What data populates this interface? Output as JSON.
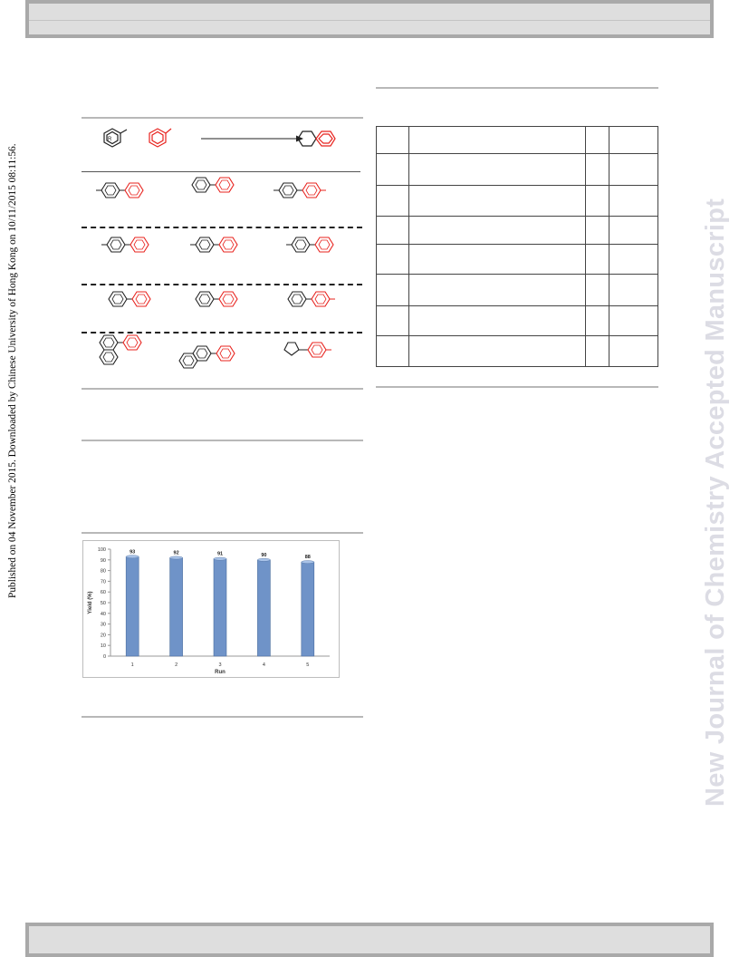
{
  "sidebar_left": {
    "published_note": "Published on 04 November 2015. Downloaded by Chinese University of Hong Kong on 10/11/2015 08:11:56."
  },
  "sidebar_right": {
    "watermark": "New Journal of Chemistry Accepted Manuscript"
  },
  "colors": {
    "header_band": "#dedede",
    "band_border": "#a9a9a9",
    "watermark": "#dcdce4",
    "red_ring": "#e8231e",
    "bar_fill": "#6f93c8"
  },
  "scheme": {
    "rows": [
      [
        "4-methylbiphenyl",
        "biphenyl",
        "4,4'-dimethylbiphenyl"
      ],
      [
        "4-methylbiphenyl",
        "4-methylbiphenyl",
        "4-methylbiphenyl"
      ],
      [
        "pyridyl-phenyl",
        "pyridyl-phenyl",
        "pyridyl-tolyl"
      ],
      [
        "1-phenylnaphthalene",
        "2-phenylnaphthalene",
        "thienyl-tolyl"
      ]
    ]
  },
  "table": {
    "rows": 8,
    "columns": 4
  },
  "chart_data": {
    "type": "bar",
    "categories": [
      "1",
      "2",
      "3",
      "4",
      "5"
    ],
    "values": [
      93,
      92,
      91,
      90,
      88
    ],
    "data_labels": [
      "93",
      "92",
      "91",
      "90",
      "88"
    ],
    "xlabel": "Run",
    "ylabel": "Yield (%)",
    "ylim": [
      0,
      100
    ],
    "yticks": [
      "0",
      "10",
      "20",
      "30",
      "40",
      "50",
      "60",
      "70",
      "80",
      "90",
      "100"
    ],
    "grid": false,
    "legend": "none"
  }
}
